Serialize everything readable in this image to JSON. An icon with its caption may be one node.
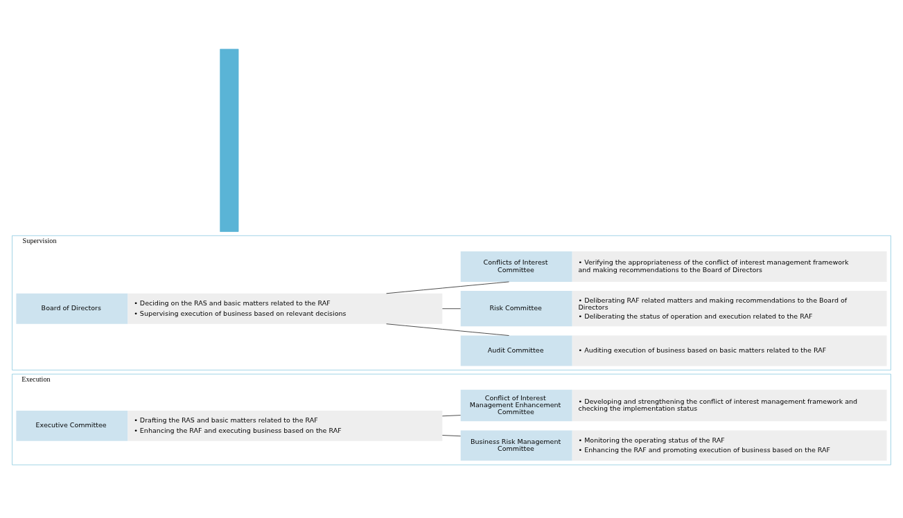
{
  "diagram": {
    "nodes": [
      {
        "text": [],
        "shape": "bar"
      },
      {
        "text": [
          "Supervision"
        ]
      },
      {
        "text": [
          "Board of Directors",
          "• Deciding on the RAS and basic matters related to the RAF",
          "• Supervising execution of business based on relevant decisions"
        ],
        "in": 1
      },
      {
        "text": [
          "Audit Committee",
          "• Auditing execution of business based on basic matters related to the RAF"
        ],
        "in": 1
      },
      {
        "text": [
          "Risk Committee",
          "• Deliberating RAF related matters and making recommendations to the Board of Directors",
          "• Deliberating the status of operation and execution related to the RAF"
        ],
        "in": 1
      },
      {
        "text": [
          "Conflicts of Interest Committee",
          "• Verifying the appropriateness of the conflict of interest management framework and making recommendations to the Board of Directors"
        ],
        "in": 1
      },
      {
        "text": [
          "Execution"
        ]
      },
      {
        "text": [
          "Executive Committee",
          "• Drafting the RAS and basic matters related to the RAF",
          "• Enhancing the RAF and executing business based on the RAF"
        ],
        "in": 6
      },
      {
        "text": [
          "Business Risk Management Committee",
          "• Monitoring the operating status of the RAF",
          "• Enhancing the RAF and promoting execution of business based on the RAF"
        ],
        "in": 6
      },
      {
        "text": [
          "Conflict of Interest Management Enhancement Committee",
          "• Developing and strengthening the conflict of interest management framework and checking the implementation status"
        ],
        "in": 6
      }
    ],
    "edges": [
      {
        "from": 2,
        "to": 3,
        "arrow": "none"
      },
      {
        "from": 2,
        "to": 4,
        "arrow": "none"
      },
      {
        "from": 2,
        "to": 5,
        "arrow": "none"
      },
      {
        "from": 7,
        "to": 8,
        "arrow": "none"
      },
      {
        "from": 7,
        "to": 9,
        "arrow": "none"
      }
    ]
  }
}
